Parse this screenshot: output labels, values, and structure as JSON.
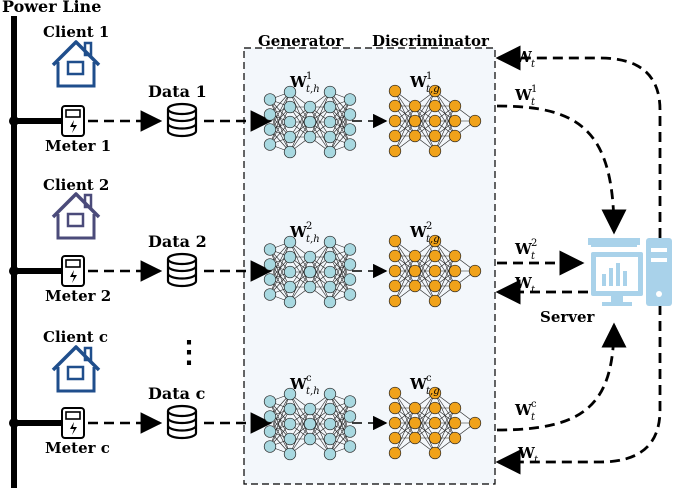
{
  "power_line": "Power Line",
  "generator_label": "Generator",
  "discriminator_label": "Discriminator",
  "server_label": "Server",
  "clients": [
    {
      "client": "Client 1",
      "meter": "Meter 1",
      "data": "Data 1",
      "gen_sup": "1",
      "disc_sup": "1",
      "up_sup": "1",
      "house_color": "#1f4e8c"
    },
    {
      "client": "Client 2",
      "meter": "Meter 2",
      "data": "Data 2",
      "gen_sup": "2",
      "disc_sup": "2",
      "up_sup": "2",
      "house_color": "#4b4b7a"
    },
    {
      "client": "Client c",
      "meter": "Meter c",
      "data": "Data c",
      "gen_sup": "c",
      "disc_sup": "c",
      "up_sup": "c",
      "house_color": "#1f4e8c"
    }
  ],
  "weight_symbol": "W",
  "weight_sub_generic": "t",
  "gen_sub": "t,h",
  "disc_sub": "t,g",
  "ellipsis": "⋮",
  "colors": {
    "generator_node": "#a8d8e0",
    "discriminator_node": "#f0a21a",
    "panel_fill": "#f3f7fb",
    "server": "#a9d2ea"
  },
  "icons": [
    "house-icon",
    "smart-meter-icon",
    "database-icon",
    "server-computer-icon"
  ]
}
